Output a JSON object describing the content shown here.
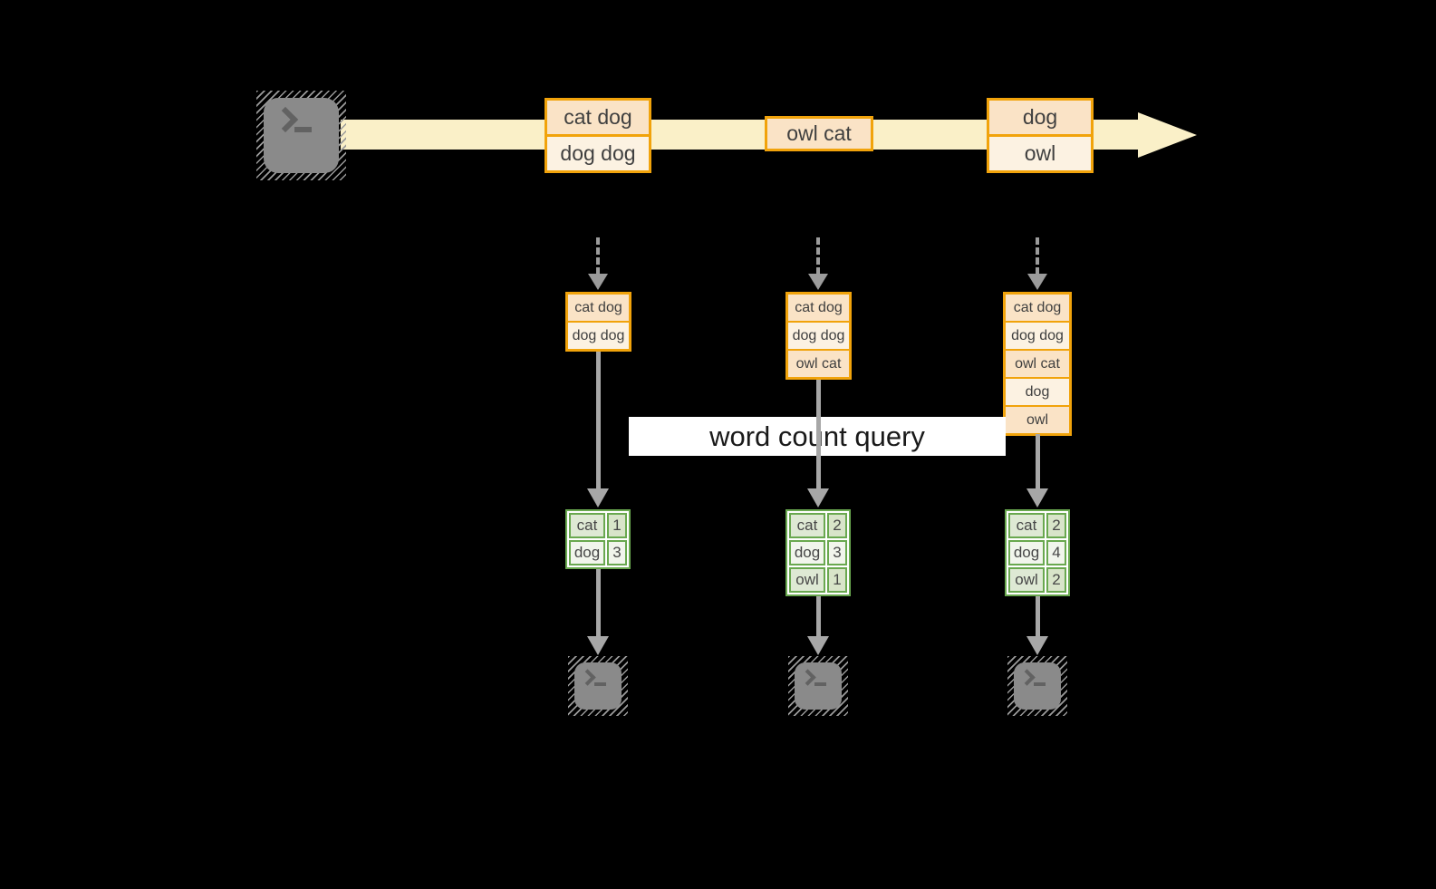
{
  "diagram": {
    "background_color": "#000000",
    "query_label": "word count query",
    "colors": {
      "stream_band": "#FAF0C8",
      "record_border": "#F1A30B",
      "record_fill_dark": "#FAE3C6",
      "record_fill_light": "#FCF2E2",
      "table_border": "#69A84F",
      "table_fill_green": "#DEE9D4",
      "table_fill_white": "#F1F5EC",
      "arrow_gray": "#A7A7A7",
      "query_box_bg": "#FFFFFF"
    },
    "icons": {
      "source": "terminal-icon",
      "sinks": [
        "terminal-icon",
        "terminal-icon",
        "terminal-icon"
      ]
    },
    "stream": {
      "batches": [
        {
          "lines": [
            "cat dog",
            "dog dog"
          ]
        },
        {
          "lines": [
            "owl cat"
          ]
        },
        {
          "lines": [
            "dog",
            "owl"
          ]
        }
      ]
    },
    "microbatches": [
      {
        "lines": [
          "cat dog",
          "dog dog"
        ]
      },
      {
        "lines": [
          "cat dog",
          "dog dog",
          "owl cat"
        ]
      },
      {
        "lines": [
          "cat dog",
          "dog dog",
          "owl cat",
          "dog",
          "owl"
        ]
      }
    ],
    "results": [
      {
        "rows": [
          [
            "cat",
            "1"
          ],
          [
            "dog",
            "3"
          ]
        ]
      },
      {
        "rows": [
          [
            "cat",
            "2"
          ],
          [
            "dog",
            "3"
          ],
          [
            "owl",
            "1"
          ]
        ]
      },
      {
        "rows": [
          [
            "cat",
            "2"
          ],
          [
            "dog",
            "4"
          ],
          [
            "owl",
            "2"
          ]
        ]
      }
    ]
  }
}
